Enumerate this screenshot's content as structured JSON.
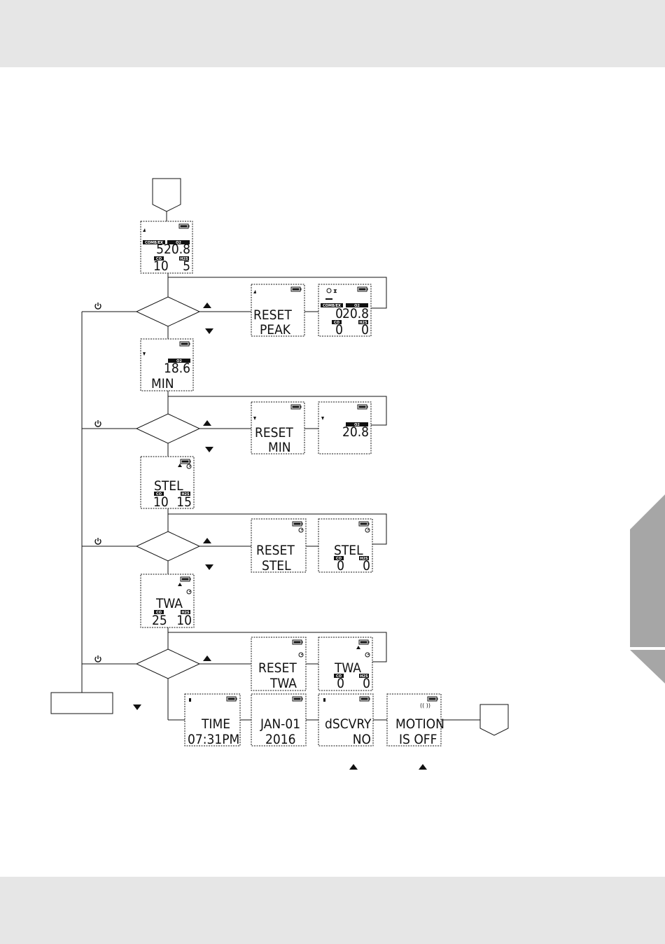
{
  "screens": {
    "main": {
      "combex": "5",
      "o2": "20.8",
      "co": "10",
      "h2s": "5",
      "lbl_combex": "COMB/EX",
      "lbl_o2": "O2",
      "lbl_co": "CO",
      "lbl_h2s": "H2S"
    },
    "reset_peak": {
      "line1": "RESET",
      "line2": "PEAK"
    },
    "peak_cleared": {
      "combex": "0",
      "o2": "20.8",
      "co": "0",
      "h2s": "0",
      "lbl_combex": "COMB/EX",
      "lbl_o2": "O2",
      "lbl_co": "CO",
      "lbl_h2s": "H2S"
    },
    "min": {
      "o2": "18.6",
      "label": "MIN",
      "lbl_o2": "O2"
    },
    "reset_min": {
      "line1": "RESET",
      "line2": "MIN"
    },
    "min_cleared": {
      "o2": "20.8",
      "lbl_o2": "O2"
    },
    "stel": {
      "title": "STEL",
      "co": "10",
      "h2s": "15",
      "lbl_co": "CO",
      "lbl_h2s": "H2S"
    },
    "reset_stel": {
      "line1": "RESET",
      "line2": "STEL"
    },
    "stel_cleared": {
      "title": "STEL",
      "co": "0",
      "h2s": "0",
      "lbl_co": "CO",
      "lbl_h2s": "H2S"
    },
    "twa": {
      "title": "TWA",
      "co": "25",
      "h2s": "10",
      "lbl_co": "CO",
      "lbl_h2s": "H2S"
    },
    "reset_twa": {
      "line1": "RESET",
      "line2": "TWA"
    },
    "twa_cleared": {
      "title": "TWA",
      "co": "0",
      "h2s": "0",
      "lbl_co": "CO",
      "lbl_h2s": "H2S"
    },
    "time": {
      "line1": "TIME",
      "line2": "07:31PM"
    },
    "date": {
      "line1": "JAN-01",
      "line2": "2016"
    },
    "discovery": {
      "line1": "dSCVRY",
      "line2": "NO"
    },
    "motion": {
      "line1": "MOTION",
      "line2": "IS OFF"
    }
  },
  "icons": {
    "power": "power-icon",
    "up": "up-arrow-icon",
    "down": "down-arrow-icon",
    "battery": "battery-icon"
  },
  "colors": {
    "ink": "#111111",
    "band": "#e6e6e6",
    "tab": "#a6a6a6"
  }
}
